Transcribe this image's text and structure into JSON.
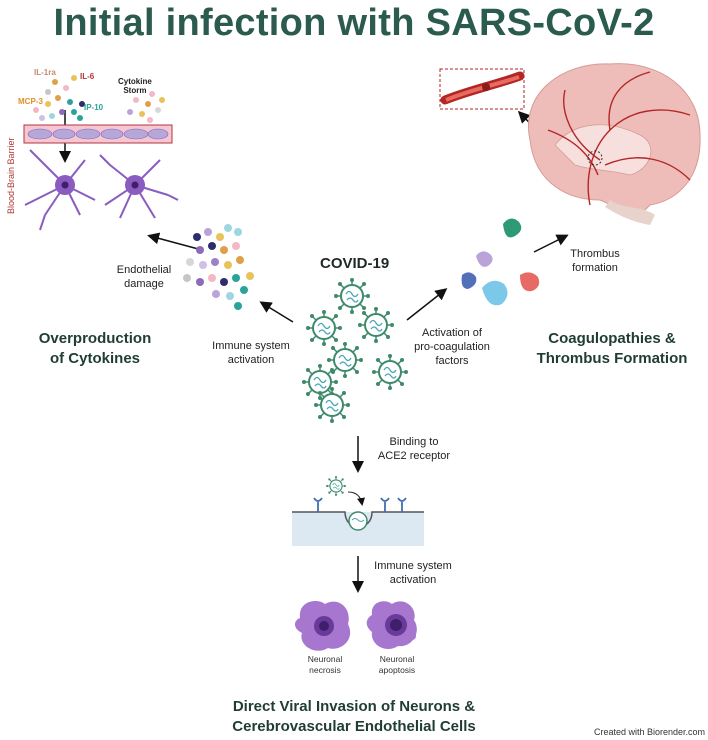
{
  "title": "Initial infection with SARS-CoV-2",
  "center_label": "COVID-19",
  "labels": {
    "endothelial_damage": "Endothelial\ndamage",
    "immune_activation_left": "Immune system\nactivation",
    "coagulation_factors": "Activation of\npro-coagulation\nfactors",
    "thrombus_formation": "Thrombus\nformation",
    "binding_ace2": "Binding to\nACE2 receptor",
    "immune_activation_bottom": "Immune system\nactivation",
    "neuronal_necrosis": "Neuronal\nnecrosis",
    "neuronal_apoptosis": "Neuronal\napoptosis",
    "blood_brain_barrier": "Blood-Brain Barrier"
  },
  "cytokines": {
    "il1ra": "IL-1ra",
    "il6": "IL-6",
    "mcp3": "MCP-3",
    "ip10": "IP-10",
    "storm": "Cytokine\nStorm"
  },
  "headings": {
    "left": "Overproduction\nof Cytokines",
    "right": "Coagulopathies &\nThrombus Formation",
    "bottom": "Direct Viral Invasion of Neurons &\nCerebrovascular Endothelial Cells"
  },
  "credit": "Created with Biorender.com",
  "colors": {
    "title": "#2b5a4e",
    "virus": "#3f8a6b",
    "neuron": "#8a5cc0",
    "brain": "#e9b3b0",
    "vessel": "#b32626",
    "bbb": "#b23535"
  }
}
